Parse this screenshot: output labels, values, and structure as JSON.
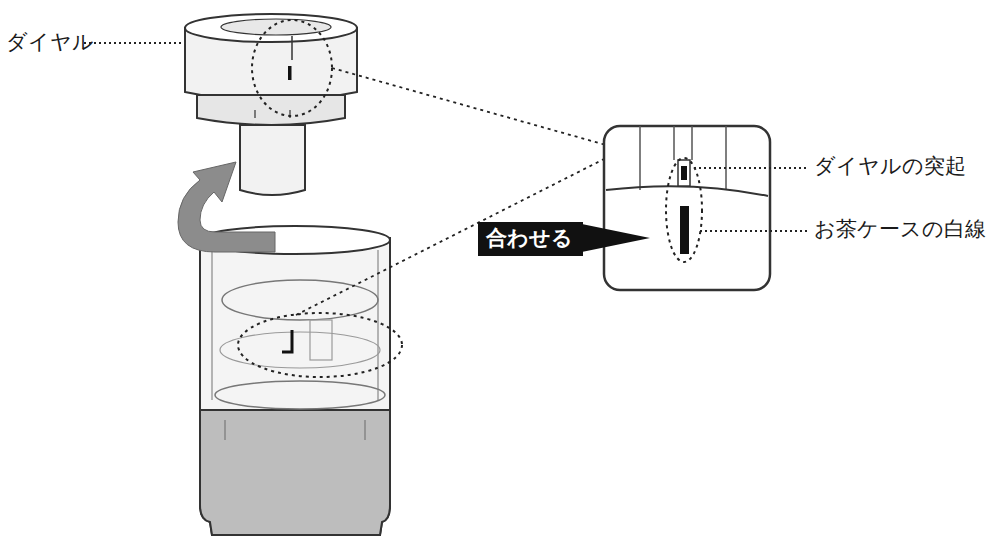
{
  "diagram": {
    "nodes": [
      {
        "text": [
          "合わせる"
        ]
      }
    ],
    "labels": [
      "ダイヤル",
      "ダイヤルの突起",
      "お茶ケースの白線"
    ]
  }
}
